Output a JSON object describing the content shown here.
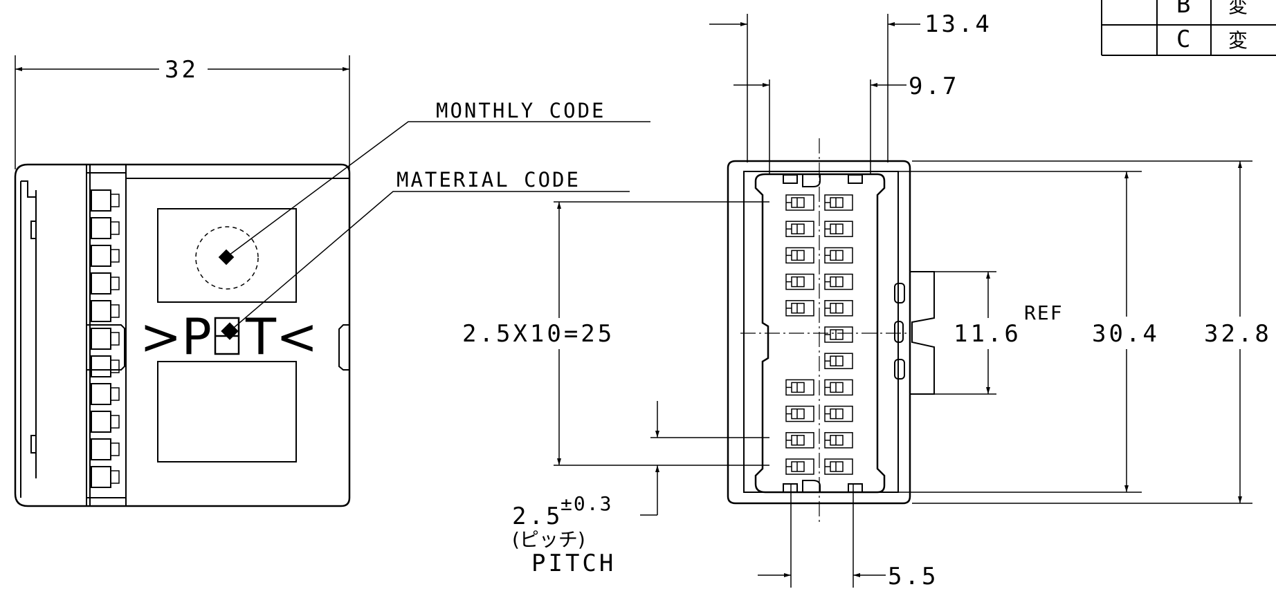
{
  "left_view": {
    "width_dim": "32",
    "monthly_code_label": "MONTHLY CODE",
    "material_code_label": "MATERIAL CODE",
    "marking_left": ">P",
    "marking_right": "T<"
  },
  "right_view": {
    "dim_13_4": "13.4",
    "dim_9_7": "9.7",
    "dim_5_5": "5.5",
    "dim_pitch_total": "2.5X10=25",
    "dim_ref_value": "11.6",
    "dim_ref_suffix": "REF",
    "dim_inner_height": "30.4",
    "dim_outer_height": "32.8",
    "pitch_value": "2.5",
    "pitch_tolerance": "±0.3",
    "pitch_jp": "(ピッチ)",
    "pitch_en": "PITCH"
  },
  "revision_table": {
    "rows": [
      {
        "rev": "B",
        "desc": "変"
      },
      {
        "rev": "C",
        "desc": "変"
      }
    ]
  }
}
